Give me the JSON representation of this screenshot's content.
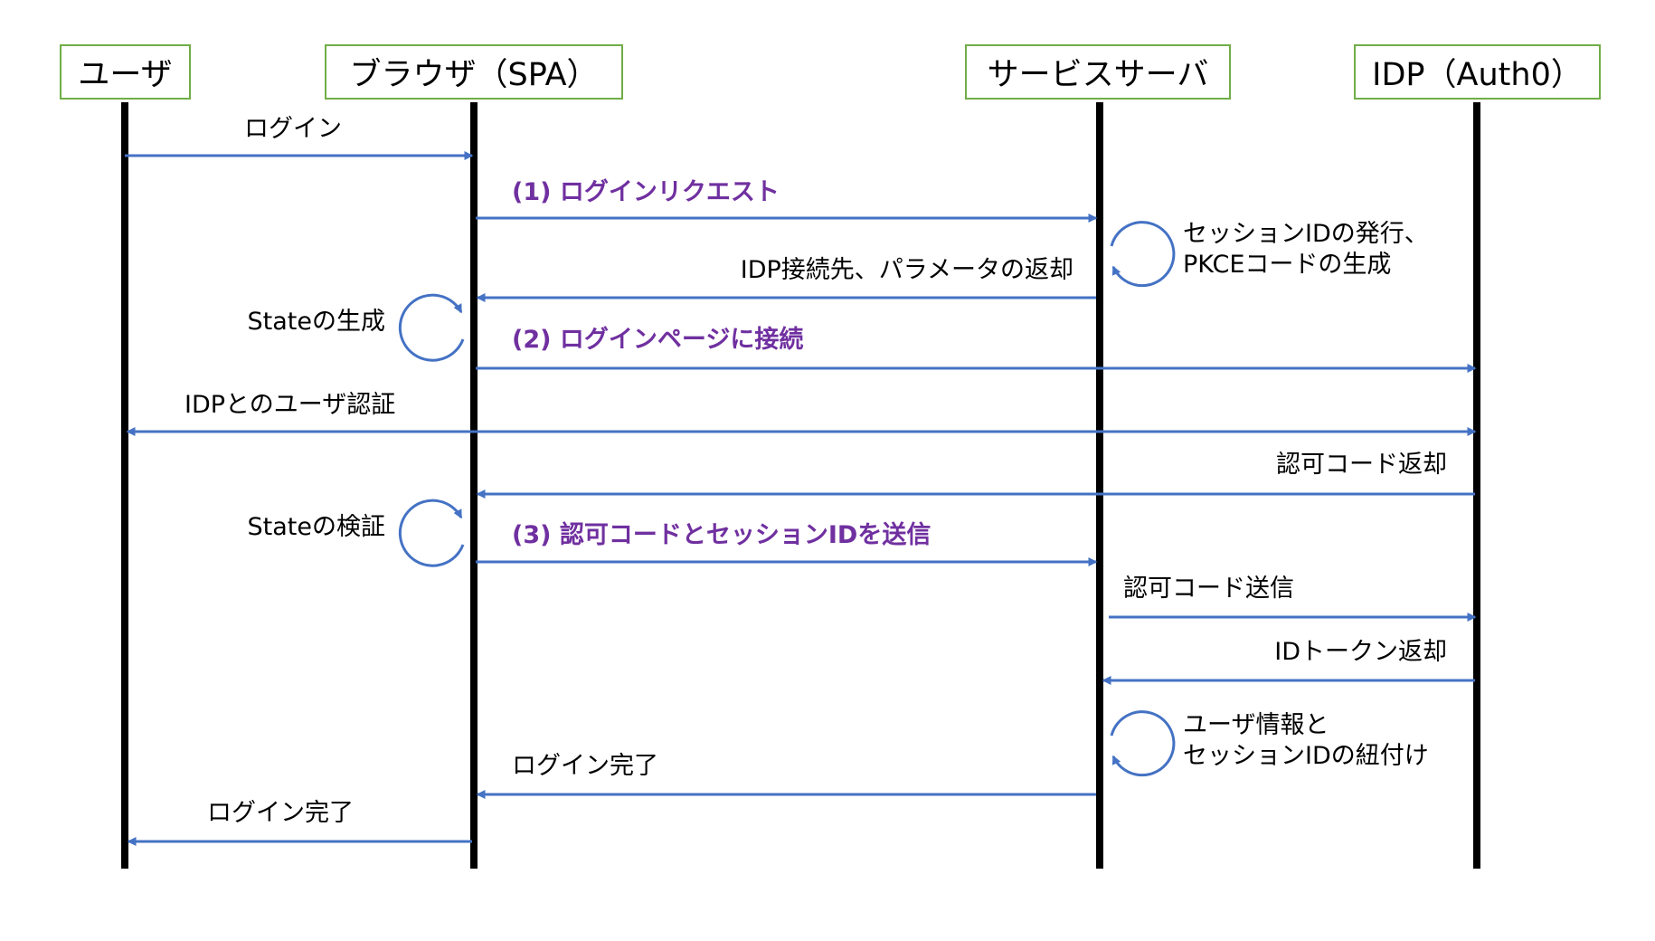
{
  "colors": {
    "arrow": "#4472c4",
    "lifeline": "#000000",
    "box_border": "#70ad47",
    "highlight": "#7030a0"
  },
  "participants": {
    "user": "ユーザ",
    "browser": "ブラウザ（SPA）",
    "server": "サービスサーバ",
    "idp": "IDP（Auth0）"
  },
  "messages": {
    "login": "ログイン",
    "login_request": "(1) ログインリクエスト",
    "idp_params_return": "IDP接続先、パラメータの返却",
    "connect_login_page": "(2) ログインページに接続",
    "idp_user_auth": "IDPとのユーザ認証",
    "authcode_return": "認可コード返却",
    "send_code_session": "(3) 認可コードとセッションIDを送信",
    "authcode_send": "認可コード送信",
    "idtoken_return": "IDトークン返却",
    "login_complete_server": "ログイン完了",
    "login_complete_user": "ログイン完了"
  },
  "self_actions": {
    "session_issue": "セッションIDの発行、\nPKCEコードの生成",
    "state_generate": "Stateの生成",
    "state_verify": "Stateの検証",
    "link_user": "ユーザ情報と\nセッションIDの紐付け"
  }
}
